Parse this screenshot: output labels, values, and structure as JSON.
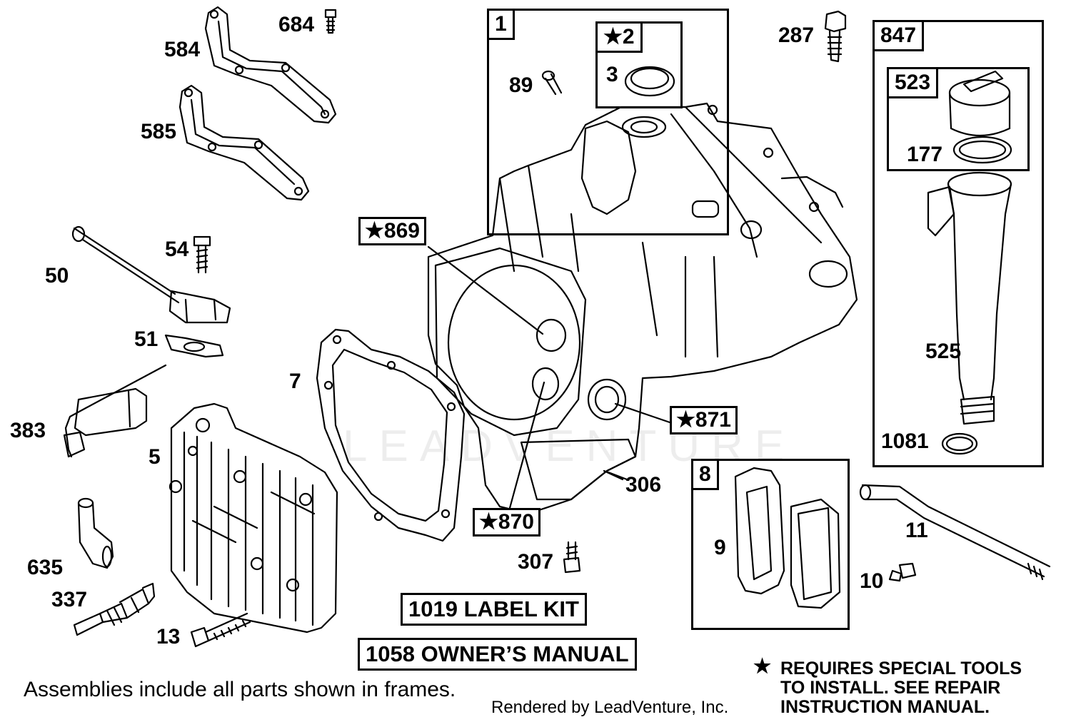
{
  "callouts": [
    {
      "id": "684",
      "label": "684"
    },
    {
      "id": "584",
      "label": "584"
    },
    {
      "id": "585",
      "label": "585"
    },
    {
      "id": "54",
      "label": "54"
    },
    {
      "id": "50",
      "label": "50"
    },
    {
      "id": "51",
      "label": "51"
    },
    {
      "id": "383",
      "label": "383"
    },
    {
      "id": "5",
      "label": "5"
    },
    {
      "id": "635",
      "label": "635"
    },
    {
      "id": "337",
      "label": "337"
    },
    {
      "id": "13",
      "label": "13"
    },
    {
      "id": "7",
      "label": "7"
    },
    {
      "id": "89",
      "label": "89"
    },
    {
      "id": "3",
      "label": "3"
    },
    {
      "id": "287",
      "label": "287"
    },
    {
      "id": "177",
      "label": "177"
    },
    {
      "id": "525",
      "label": "525"
    },
    {
      "id": "1081",
      "label": "1081"
    },
    {
      "id": "306",
      "label": "306"
    },
    {
      "id": "307",
      "label": "307"
    },
    {
      "id": "9",
      "label": "9"
    },
    {
      "id": "11",
      "label": "11"
    },
    {
      "id": "10",
      "label": "10"
    }
  ],
  "boxed_callouts": {
    "p869": "★869",
    "p871": "★871",
    "p870": "★870",
    "p2": "★2"
  },
  "frames": {
    "f1": "1",
    "f847": "847",
    "f523": "523",
    "f8": "8"
  },
  "kits": {
    "label_kit": "1019 LABEL KIT",
    "owners_manual": "1058 OWNER’S MANUAL"
  },
  "notes": {
    "assemblies": "Assemblies include all parts shown in frames.",
    "rendered_by": "Rendered by LeadVenture, Inc.",
    "star_symbol": "★",
    "special_tools_1": "REQUIRES SPECIAL TOOLS",
    "special_tools_2": "TO INSTALL.  SEE REPAIR",
    "special_tools_3": "INSTRUCTION MANUAL."
  },
  "watermark": "LEADVENTURE"
}
